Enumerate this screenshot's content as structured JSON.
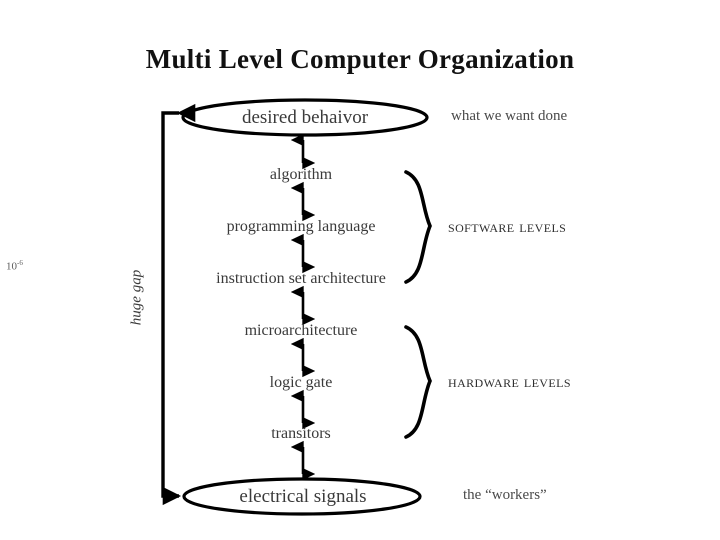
{
  "title": "Multi Level Computer Organization",
  "nodes": {
    "top": {
      "label": "desired behaivor",
      "note": "what we want done"
    },
    "bottom": {
      "label": "electrical signals",
      "note": "the “workers”"
    }
  },
  "levels": [
    {
      "label": "algorithm"
    },
    {
      "label": "programming language"
    },
    {
      "label": "instruction set architecture"
    },
    {
      "label": "microarchitecture"
    },
    {
      "label": "logic gate"
    },
    {
      "label": "transitors"
    }
  ],
  "groups": [
    {
      "label": "Software Levels"
    },
    {
      "label": "Hardware Levels"
    }
  ],
  "margin": {
    "scale_base": "10",
    "scale_exponent": "-6",
    "gap_label": "huge gap"
  },
  "colors": {
    "stroke": "#000000",
    "background": "#ffffff",
    "text": "#3a3a3a",
    "title": "#111111"
  }
}
